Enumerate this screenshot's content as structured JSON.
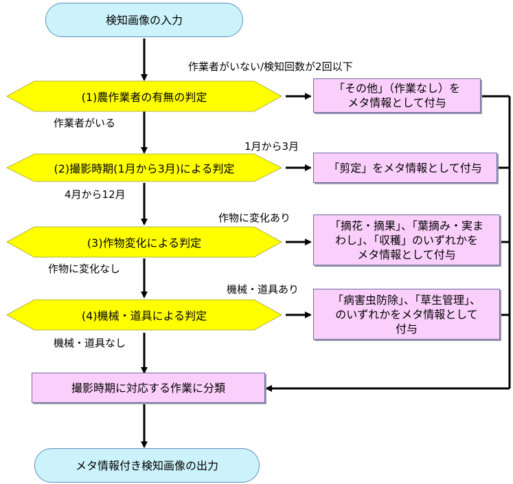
{
  "start": "検知画像の入力",
  "end": "メタ情報付き検知画像の出力",
  "classify": "撮影時期に対応する作業に分類",
  "decisions": [
    {
      "label": "(1)農作業者の有無の判定",
      "branch": "作業者がいない/検知回数が2回以下",
      "next": "作業者がいる"
    },
    {
      "label": "(2)撮影時期(1月から3月)による判定",
      "branch": "1月から3月",
      "next": "4月から12月"
    },
    {
      "label": "(3)作物変化による判定",
      "branch": "作物に変化あり",
      "next": "作物に変化なし"
    },
    {
      "label": "(4)機械・道具による判定",
      "branch": "機械・道具あり",
      "next": "機械・道具なし"
    }
  ],
  "outputs": [
    [
      "「その他」（作業なし）を",
      "メタ情報として付与"
    ],
    [
      "「剪定」をメタ情報として付与"
    ],
    [
      "「摘花・摘果」、「葉摘み・実ま",
      "わし」、「収穫」のいずれかを",
      "メタ情報として付与"
    ],
    [
      "「病害虫防除」、「草生管理」、",
      "のいずれかをメタ情報として",
      "付与"
    ]
  ]
}
